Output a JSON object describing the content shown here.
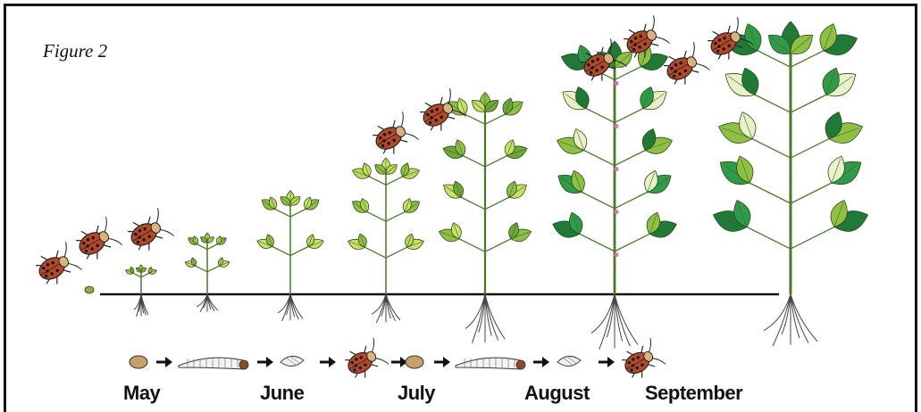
{
  "figure": {
    "label": "Figure 2",
    "months": [
      "May",
      "June",
      "July",
      "August",
      "September"
    ],
    "colors": {
      "leaf_light": "#c9e06a",
      "leaf_mid": "#8fbf45",
      "leaf_dark": "#1f7a3a",
      "beetle_body": "#b5472a",
      "beetle_spot": "#1a1a1a",
      "ground": "#111111",
      "flower": "#e56fb0"
    },
    "lifecycle_icons": [
      "egg-icon",
      "arrow-icon",
      "larva-icon",
      "arrow-icon",
      "pupa-icon",
      "arrow-icon",
      "beetle-icon",
      "arrow-icon",
      "egg-icon",
      "arrow-icon",
      "larva-icon",
      "arrow-icon",
      "pupa-icon",
      "arrow-icon",
      "beetle-icon"
    ]
  }
}
